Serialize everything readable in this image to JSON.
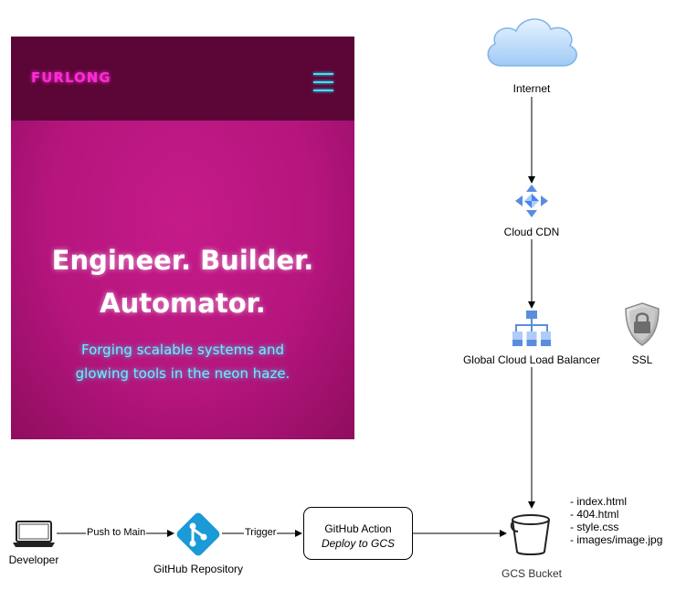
{
  "website": {
    "brand": "FURLONG",
    "headline_line1": "Engineer. Builder.",
    "headline_line2": "Automator.",
    "tagline_line1": "Forging scalable systems and",
    "tagline_line2": "glowing tools in the neon haze."
  },
  "nodes": {
    "internet": "Internet",
    "cloud_cdn": "Cloud CDN",
    "load_balancer": "Global Cloud Load Balancer",
    "ssl": "SSL",
    "developer": "Developer",
    "github_repo": "GitHub Repository",
    "github_action_title": "GitHub Action",
    "github_action_subtitle": "Deploy to GCS",
    "gcs_bucket": "GCS Bucket"
  },
  "edges": {
    "push": "Push to Main",
    "trigger": "Trigger"
  },
  "bucket_files": [
    "- index.html",
    "- 404.html",
    "- style.css",
    "- images/image.jpg"
  ],
  "colors": {
    "site_bg": "#b5157d",
    "site_header": "#5b0636",
    "brand": "#ff2bd6",
    "neon_cyan": "#35e5ff",
    "github": "#1a9ad6",
    "gcp_blue": "#5a8ddf"
  }
}
